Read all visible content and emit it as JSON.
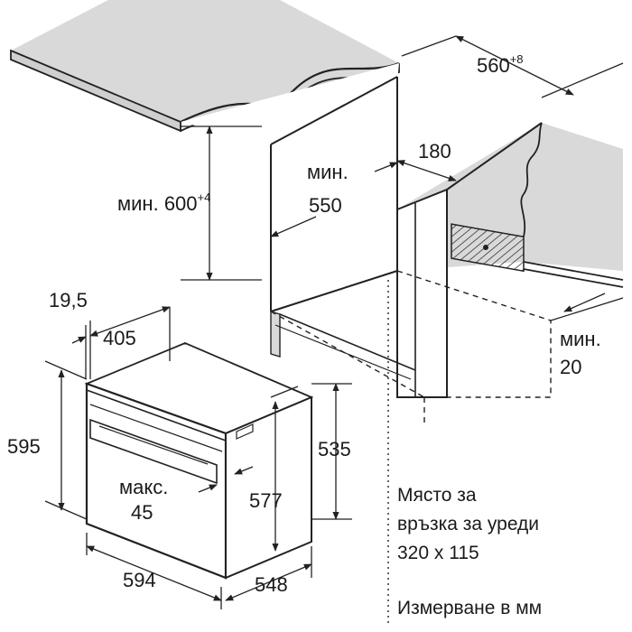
{
  "dimensions": {
    "niche_width": {
      "value": "560",
      "tolerance": "+8"
    },
    "cutout_depth": "180",
    "niche_height": {
      "prefix": "мин.",
      "value": "600",
      "tolerance": "+4"
    },
    "niche_depth": {
      "line1": "мин.",
      "line2": "550"
    },
    "front_offset": "19,5",
    "side_depth": "405",
    "rear_gap": {
      "line1": "мин.",
      "line2": "20"
    },
    "appliance_height": "595",
    "body_height": "535",
    "door_gap": {
      "line1": "макс.",
      "line2": "45"
    },
    "inner_height": "577",
    "appliance_width": "594",
    "appliance_depth": "548"
  },
  "connection_note": {
    "line1": "Място за",
    "line2": "връзка за уреди",
    "line3": "320 x 115"
  },
  "units_note": "Измерване в мм"
}
